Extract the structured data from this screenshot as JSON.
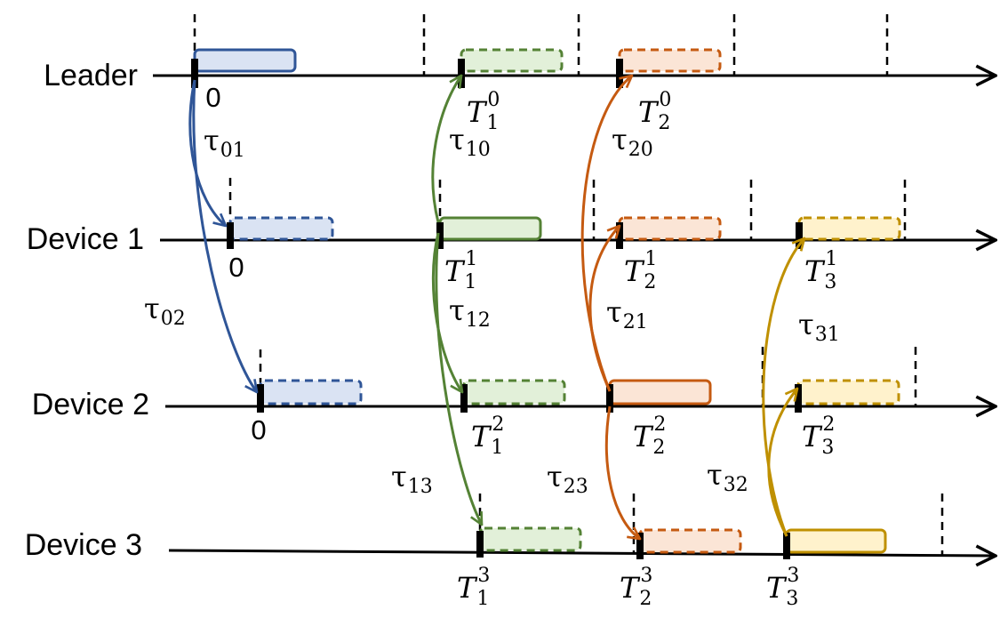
{
  "colors": {
    "blue": "#2f5597",
    "blue_fill": "#dae3f3",
    "green": "#548235",
    "green_fill": "#e2f0d9",
    "orange": "#c55a11",
    "orange_fill": "#fbe5d6",
    "gold": "#bf9000",
    "gold_fill": "#fff2cc"
  },
  "rows": [
    {
      "label": "Leader"
    },
    {
      "label": "Device 1"
    },
    {
      "label": "Device 2"
    },
    {
      "label": "Device 3"
    }
  ],
  "zero_labels": [
    "0",
    "0",
    "0"
  ],
  "time_labels": [
    {
      "base": "T",
      "sub": "1",
      "sup": "0"
    },
    {
      "base": "T",
      "sub": "2",
      "sup": "0"
    },
    {
      "base": "T",
      "sub": "1",
      "sup": "1"
    },
    {
      "base": "T",
      "sub": "2",
      "sup": "1"
    },
    {
      "base": "T",
      "sub": "3",
      "sup": "1"
    },
    {
      "base": "T",
      "sub": "1",
      "sup": "2"
    },
    {
      "base": "T",
      "sub": "2",
      "sup": "2"
    },
    {
      "base": "T",
      "sub": "3",
      "sup": "2"
    },
    {
      "base": "T",
      "sub": "1",
      "sup": "3"
    },
    {
      "base": "T",
      "sub": "2",
      "sup": "3"
    },
    {
      "base": "T",
      "sub": "3",
      "sup": "3"
    }
  ],
  "delay_labels": [
    {
      "base": "τ",
      "sub": "01"
    },
    {
      "base": "τ",
      "sub": "02"
    },
    {
      "base": "τ",
      "sub": "10"
    },
    {
      "base": "τ",
      "sub": "12"
    },
    {
      "base": "τ",
      "sub": "13"
    },
    {
      "base": "τ",
      "sub": "20"
    },
    {
      "base": "τ",
      "sub": "21"
    },
    {
      "base": "τ",
      "sub": "23"
    },
    {
      "base": "τ",
      "sub": "31"
    },
    {
      "base": "τ",
      "sub": "32"
    }
  ]
}
